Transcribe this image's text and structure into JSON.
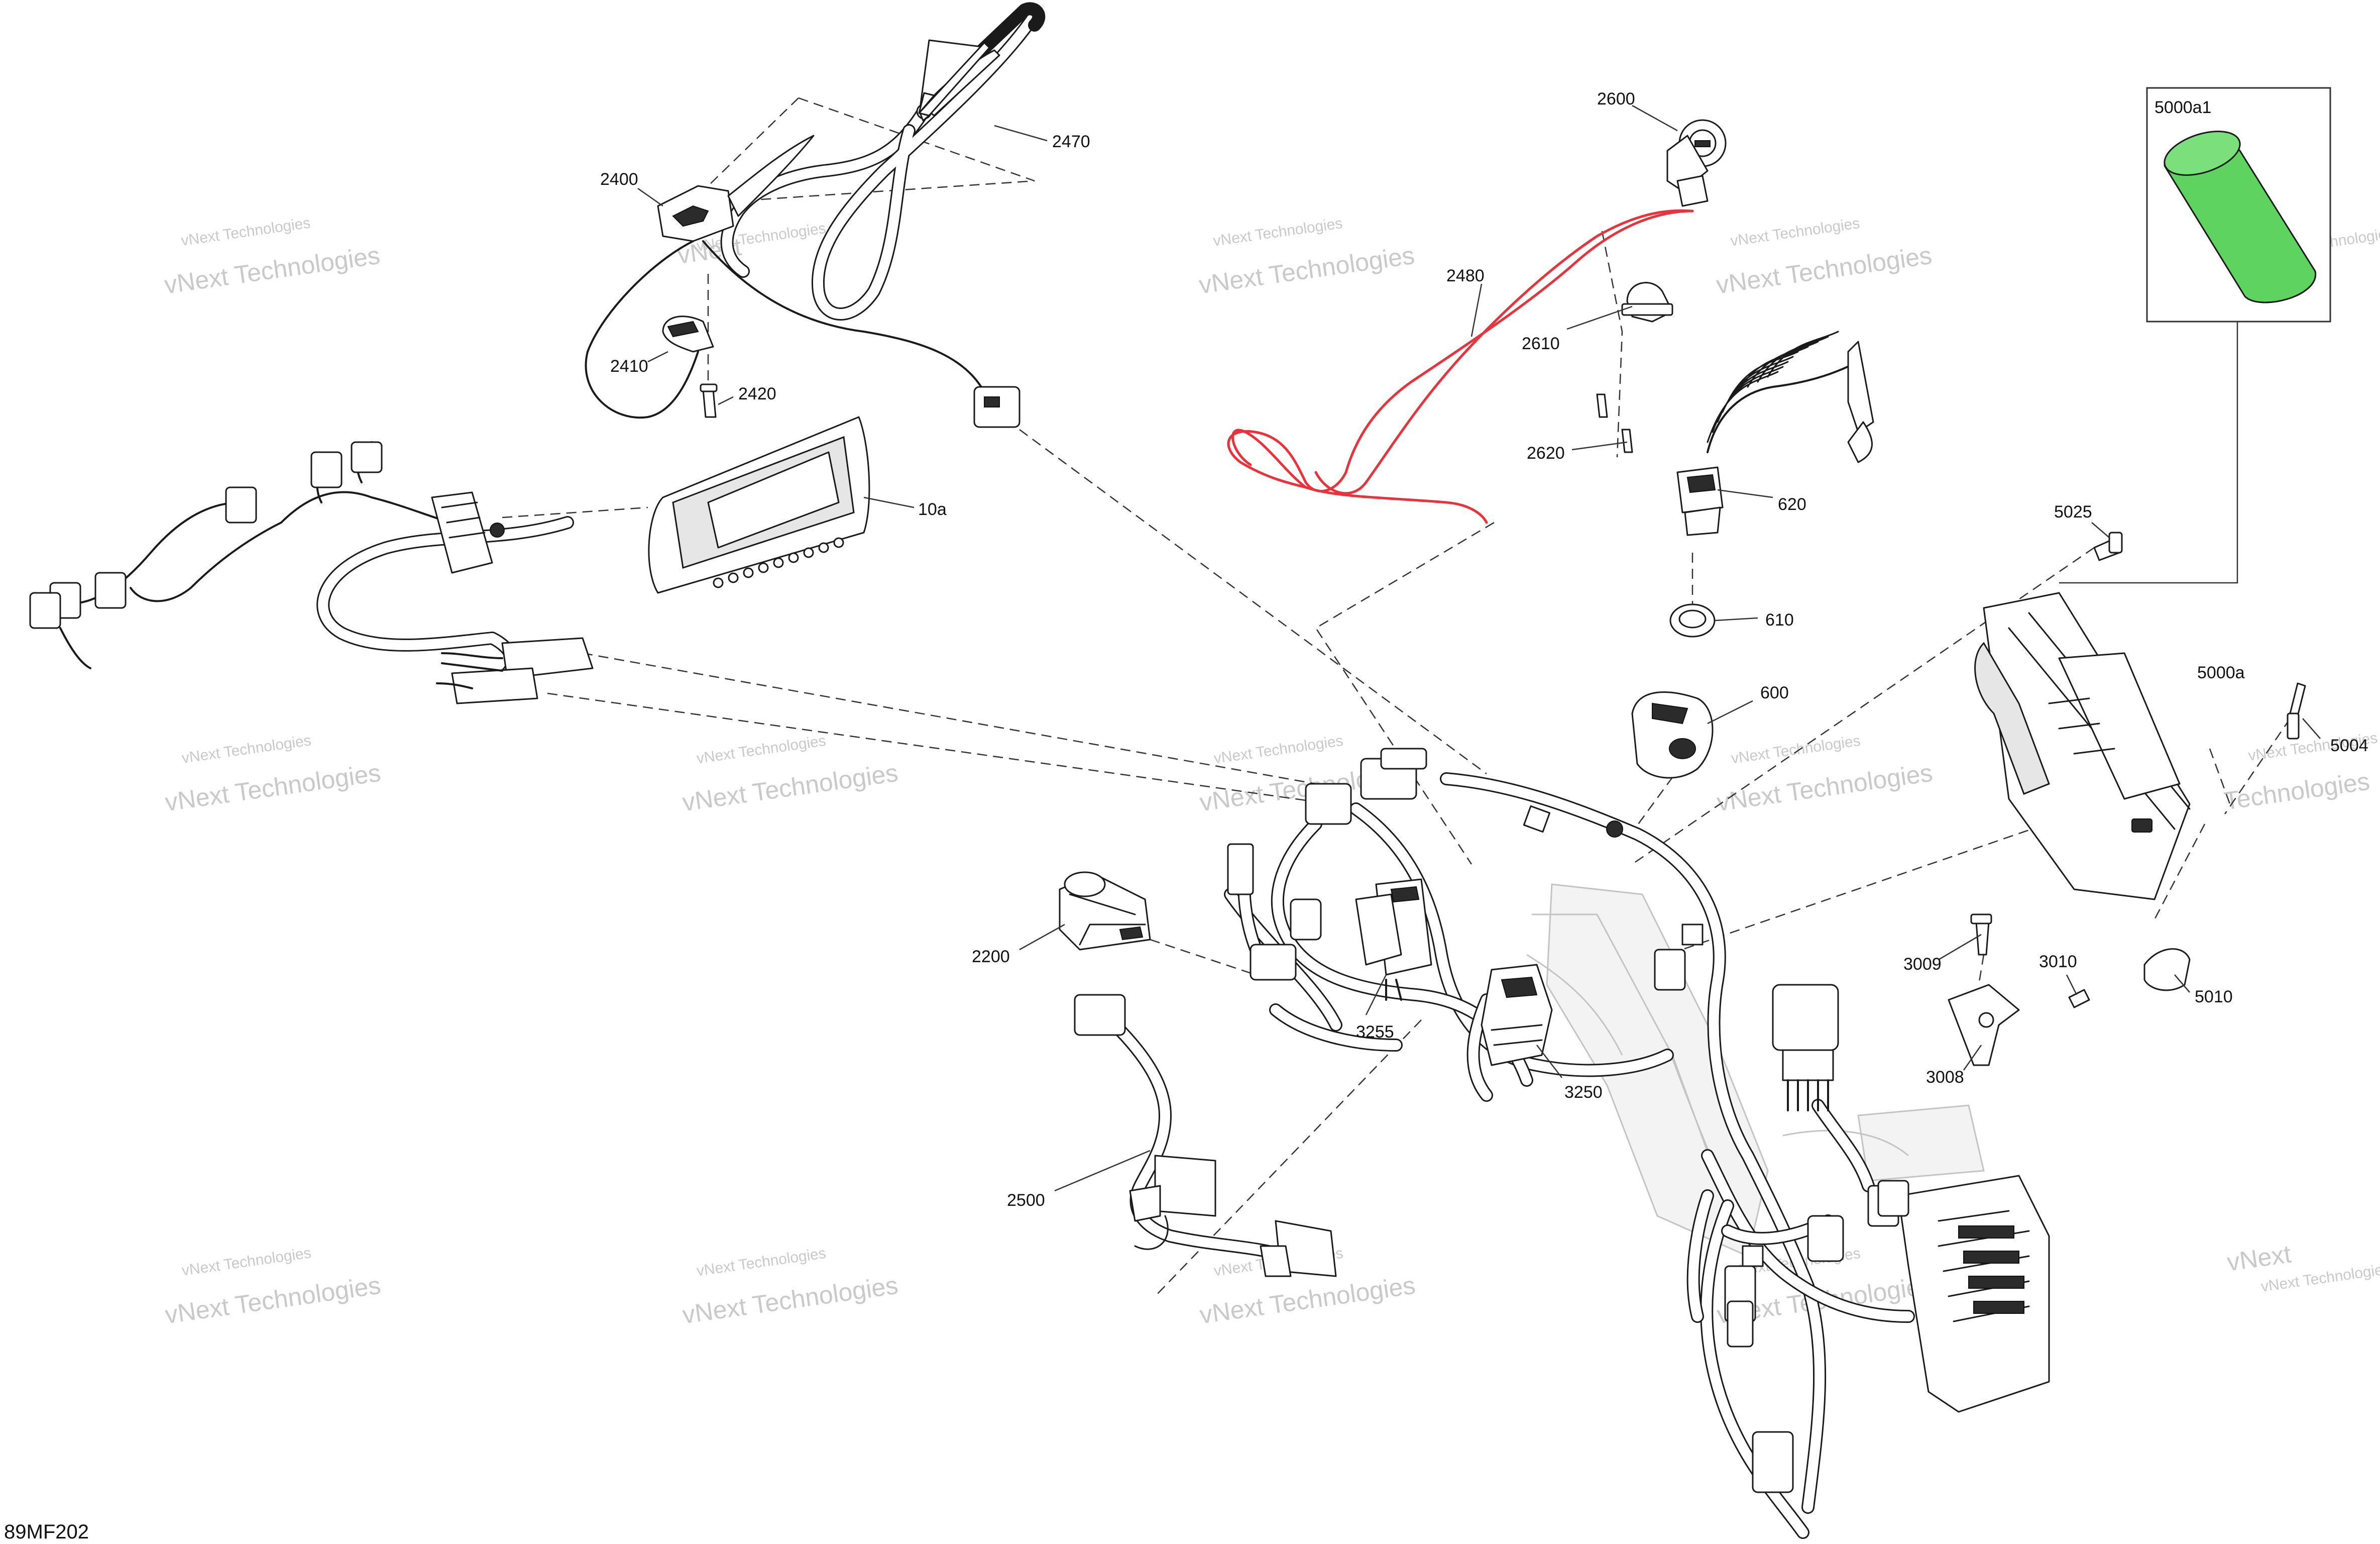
{
  "diagram_id": "89MF202",
  "watermark": {
    "line1": "vNext Technologies",
    "line2a": "vNext",
    "line2b": "Technologies"
  },
  "colors": {
    "highlight_wire": "#e8323c",
    "highlight_part": "#5fd35f"
  },
  "callouts": {
    "p2470": "2470",
    "p2400": "2400",
    "p2410": "2410",
    "p2420": "2420",
    "p10a": "10a",
    "p2600": "2600",
    "p2480": "2480",
    "p2610": "2610",
    "p2620": "2620",
    "p620": "620",
    "p610": "610",
    "p600": "600",
    "p5000a1": "5000a1",
    "p5025": "5025",
    "p5000a": "5000a",
    "p5004": "5004",
    "p5010": "5010",
    "p3009": "3009",
    "p3010": "3010",
    "p3008": "3008",
    "p2200": "2200",
    "p3255": "3255",
    "p3250": "3250",
    "p2500": "2500"
  }
}
